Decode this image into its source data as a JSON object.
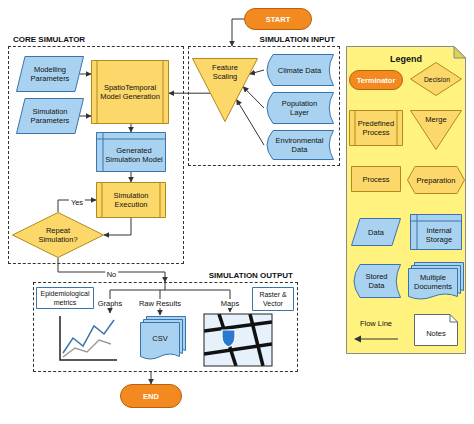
{
  "diagram": {
    "nodes": [
      {
        "text": [
          "START"
        ]
      },
      {
        "text": [
          "CORE SIMULATOR"
        ]
      },
      {
        "text": [
          "Modelling Parameters"
        ],
        "in": 1
      },
      {
        "text": [
          "Simulation Parameters"
        ],
        "in": 1
      },
      {
        "text": [
          "SpatioTemporal Model Generation"
        ],
        "in": 1
      },
      {
        "text": [
          "Generated Simulation Model"
        ],
        "in": 1
      },
      {
        "text": [
          "Simulation Execution"
        ],
        "in": 1
      },
      {
        "text": [
          "Repeat Simulation?"
        ],
        "in": 1
      },
      {
        "text": [
          "SIMULATION INPUT"
        ]
      },
      {
        "text": [
          "Feature Scaling"
        ],
        "in": 8
      },
      {
        "text": [
          "Climate Data"
        ],
        "in": 8
      },
      {
        "text": [
          "Population Layer"
        ],
        "in": 8
      },
      {
        "text": [
          "Environmental Data"
        ],
        "in": 8
      },
      {
        "text": [
          "SIMULATION OUTPUT"
        ]
      },
      {
        "text": [
          "Epidemiological metrics"
        ],
        "in": 13
      },
      {
        "text": [
          "Raster & Vector"
        ],
        "in": 13
      },
      {
        "text": [
          "CSV"
        ],
        "in": 13
      },
      {
        "text": [
          "END"
        ]
      }
    ],
    "edges": [
      {
        "from": 0,
        "to": 8,
        "arrow": "to"
      },
      {
        "from": 10,
        "to": 9,
        "arrow": "to"
      },
      {
        "from": 11,
        "to": 9,
        "arrow": "to"
      },
      {
        "from": 12,
        "to": 9,
        "arrow": "to"
      },
      {
        "from": 9,
        "to": 4,
        "arrow": "to"
      },
      {
        "from": 2,
        "to": 4,
        "arrow": "to"
      },
      {
        "from": 3,
        "to": 4,
        "arrow": "to"
      },
      {
        "from": 4,
        "to": 5,
        "arrow": "to"
      },
      {
        "from": 5,
        "to": 6,
        "arrow": "to"
      },
      {
        "from": 6,
        "to": 7,
        "arrow": "to"
      },
      {
        "from": 7,
        "to": 6,
        "label": "Yes",
        "arrow": "to"
      },
      {
        "from": 7,
        "to": 13,
        "label": "No",
        "arrow": "to"
      },
      {
        "from": 13,
        "to": 17,
        "arrow": "to"
      }
    ],
    "labels": [
      "Graphs",
      "Raw Results",
      "Maps",
      "Legend"
    ],
    "legend": [
      {
        "text": "Terminator"
      },
      {
        "text": "Decision"
      },
      {
        "text": "Predefined Process"
      },
      {
        "text": "Merge"
      },
      {
        "text": "Process"
      },
      {
        "text": "Preparation"
      },
      {
        "text": "Data"
      },
      {
        "text": "Internal Storage"
      },
      {
        "text": "Stored Data"
      },
      {
        "text": "Multiple Documents"
      },
      {
        "text": "Flow Line"
      },
      {
        "text": "Notes"
      }
    ]
  }
}
